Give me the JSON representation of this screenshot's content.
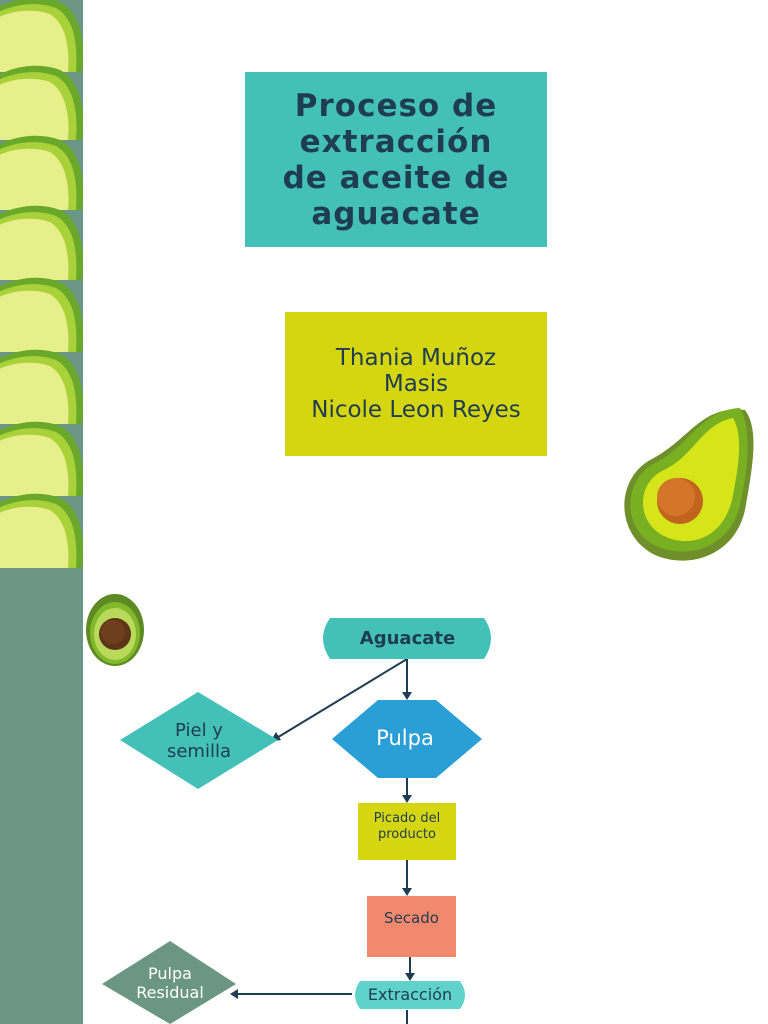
{
  "title": "Proceso de\nextracción\nde aceite de\naguacate",
  "authors": "Thania Muñoz\nMasis\nNicole Leon Reyes",
  "flowchart": {
    "nodes": {
      "aguacate": "Aguacate",
      "piel_semilla": "Piel y\nsemilla",
      "pulpa": "Pulpa",
      "picado": "Picado del\nproducto",
      "secado": "Secado",
      "extraccion": "Extracción",
      "pulpa_residual": "Pulpa\nResidual"
    }
  },
  "colors": {
    "teal": "#43c1b8",
    "lime": "#d5d60f",
    "blue": "#2a9fd6",
    "salmon": "#f2896e",
    "sidebar": "#6b9585",
    "text_dark": "#1f3d50"
  },
  "decorations": [
    "avocado-slice-icon",
    "avocado-half-icon"
  ]
}
